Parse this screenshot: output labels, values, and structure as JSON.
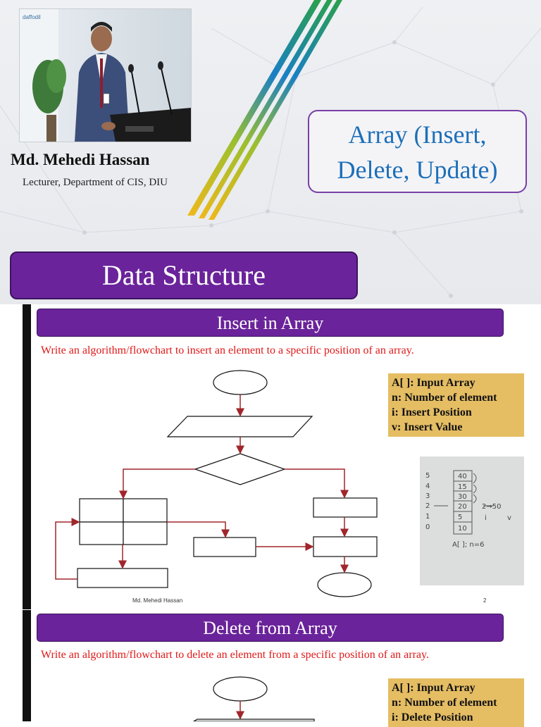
{
  "slide1": {
    "speaker_name": "Md. Mehedi Hassan",
    "speaker_title": "Lecturer, Department of CIS, DIU",
    "title_line1": "Array (Insert,",
    "title_line2": "Delete, Update)",
    "banner": "Data Structure",
    "photo_backdrop_text": "daffodil"
  },
  "slide2": {
    "header": "Insert in Array",
    "prompt": "Write an algorithm/flowchart to insert an element to a specific position of an array.",
    "legend": [
      "A[ ]: Input Array",
      "n: Number of element",
      "i: Insert Position",
      "v: Insert Value"
    ],
    "footer_author": "Md. Mehedi Hassan",
    "footer_page": "2",
    "sketch": {
      "indices": [
        "5",
        "4",
        "3",
        "2",
        "1",
        "0"
      ],
      "values": [
        "40",
        "15",
        "30",
        "20",
        "5",
        "10"
      ],
      "note_arrow": "2→50",
      "note_i": "i",
      "note_v": "v",
      "caption": "A[ ]; n=6"
    }
  },
  "slide3": {
    "header": "Delete from Array",
    "prompt": "Write an algorithm/flowchart to delete an element from a specific position of an array.",
    "legend": [
      "A[ ]: Input Array",
      "n: Number of element",
      "i: Delete Position"
    ]
  },
  "colors": {
    "purple": "#6a239a",
    "title_blue": "#1e6fb8",
    "prompt_red": "#e01818",
    "legend_gold": "#e5bd63",
    "arrow_red": "#a0262c"
  }
}
